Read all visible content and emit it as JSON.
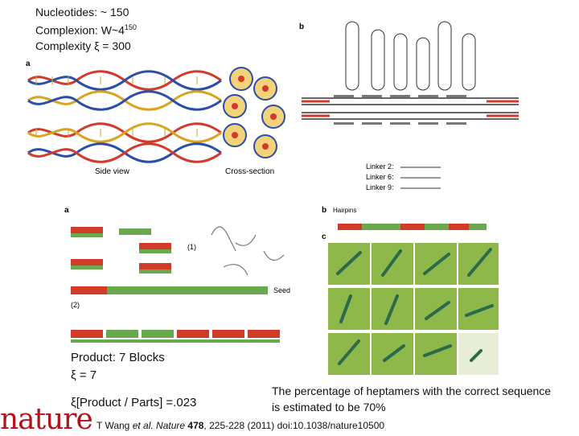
{
  "stats": {
    "nucleotides": "Nucleotides: ~ 150",
    "complexion_prefix": "Complexion: W~4",
    "complexion_sup": "150",
    "complexity": "Complexity ξ = 300"
  },
  "panels_top": {
    "a_label": "a",
    "b_label": "b",
    "side_view": "Side view",
    "cross_section": "Cross-section",
    "linker2": "Linker 2:",
    "linker6": "Linker 6:",
    "linker9": "Linker 9:"
  },
  "panels_bottom": {
    "a_label": "a",
    "b_label": "b",
    "c_label": "c",
    "hairpins": "Hairpins",
    "seed": "Seed",
    "step1": "(1)",
    "step2": "(2)"
  },
  "product": {
    "line1": "Product: 7 Blocks",
    "line2": "ξ = 7",
    "line3": "ξ[Product / Parts] =.023"
  },
  "note": "The percentage of heptamers with the correct sequence is estimated to be 70%",
  "citation": {
    "prefix": "T Wang ",
    "etal": "et al.",
    "journal": " Nature",
    "volume": " 478",
    "rest": ", 225-228 (2011) doi:10.1038/nature10500"
  },
  "logo": "nature",
  "colors": {
    "logo_red": "#b0141a",
    "strand_red": "#d23a2a",
    "strand_blue": "#2b4fa8",
    "gold": "#d9a520",
    "micrograph_green": "#8fb84a"
  }
}
